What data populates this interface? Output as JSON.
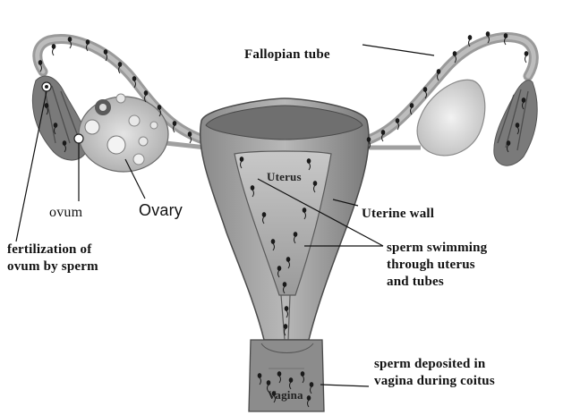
{
  "labels": {
    "fallopian_tube": "Fallopian tube",
    "uterus": "Uterus",
    "uterine_wall": "Uterine wall",
    "ovum": "ovum",
    "ovary": "Ovary",
    "fertilization": [
      "fertilization of",
      "ovum by sperm"
    ],
    "sperm_swimming": [
      "sperm swimming",
      "through uterus",
      "and tubes"
    ],
    "sperm_deposited": [
      "sperm deposited in",
      "vagina during coitus"
    ],
    "vagina": "Vagina"
  },
  "colors": {
    "tissue_dark": "#6e6e6e",
    "tissue_mid": "#9c9c9c",
    "tissue_light": "#c9c9c9",
    "ovary_fill": "#d8d8d8",
    "sperm": "#1a1a1a",
    "label_text": "#111111"
  }
}
